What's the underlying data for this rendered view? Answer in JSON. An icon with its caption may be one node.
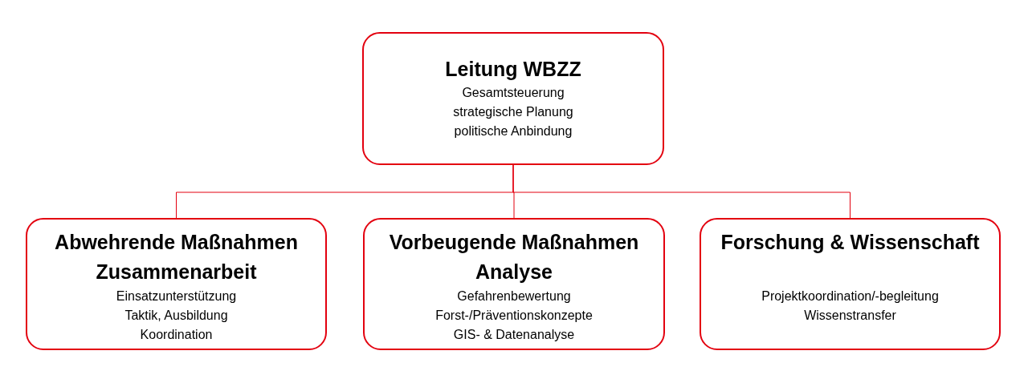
{
  "diagram": {
    "nodes": [
      {
        "text": [
          "Leitung WBZZ",
          "Gesamtsteuerung",
          "strategische Planung",
          "politische Anbindung"
        ]
      },
      {
        "text": [
          "Abwehrende Maßnahmen Zusammenarbeit",
          "Einsatzunterstützung",
          "Taktik, Ausbildung",
          "Koordination"
        ]
      },
      {
        "text": [
          "Vorbeugende Maßnahmen Analyse",
          "Gefahrenbewertung",
          "Forst-/Präventionskonzepte",
          "GIS- & Datenanalyse"
        ]
      },
      {
        "text": [
          "Forschung & Wissenschaft",
          "Projektkoordination/-begleitung",
          "Wissenstransfer"
        ]
      }
    ],
    "edges": [
      {
        "from": 0,
        "to": 1,
        "arrow": "none"
      },
      {
        "from": 0,
        "to": 2,
        "arrow": "none"
      },
      {
        "from": 0,
        "to": 3,
        "arrow": "none"
      }
    ]
  }
}
